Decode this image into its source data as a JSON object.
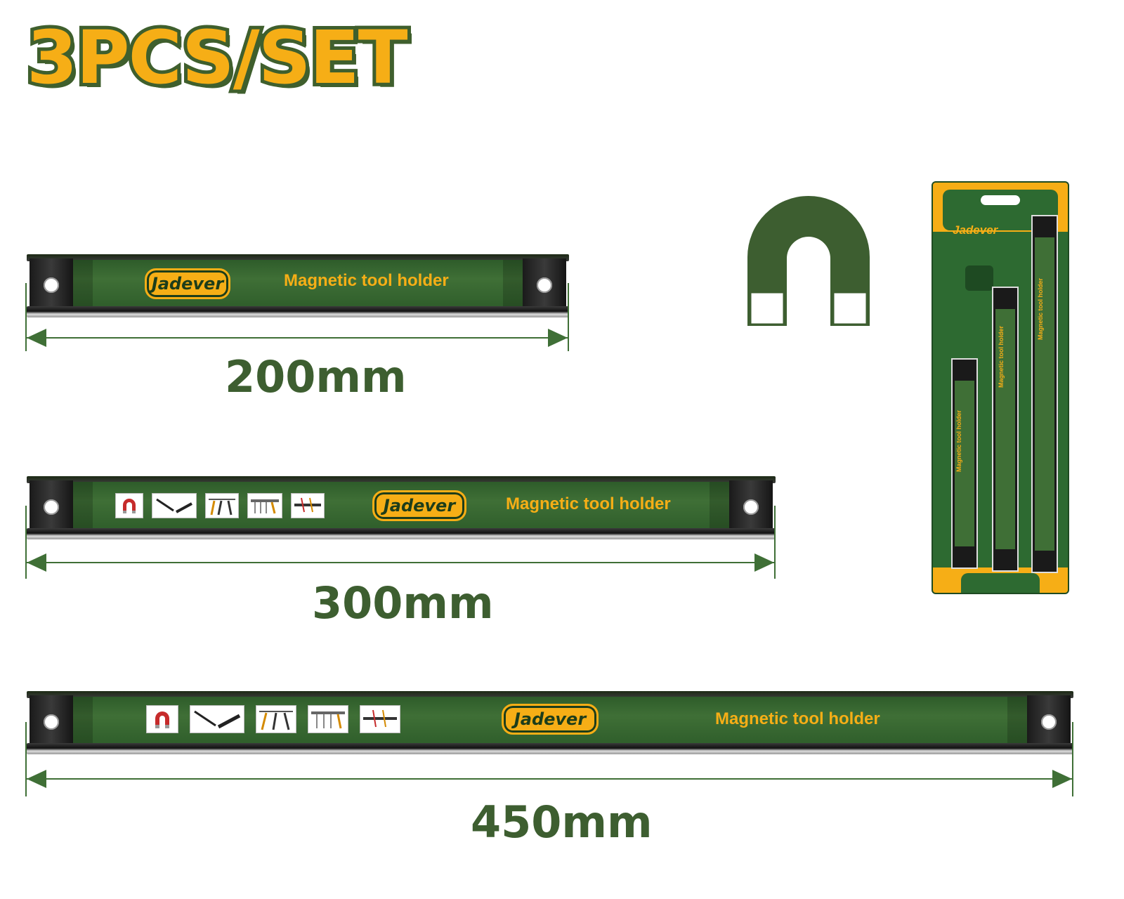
{
  "headline": "3PCS/SET",
  "brand": "Jadever",
  "product_label": "Magnetic tool holder",
  "bars": [
    {
      "length": "200mm"
    },
    {
      "length": "300mm"
    },
    {
      "length": "450mm"
    }
  ],
  "icons": [
    "magnet-icon",
    "screwdriver-icon",
    "pliers-icon",
    "wrench-rack-icon",
    "tool-rack-icon"
  ],
  "colors": {
    "brand_green": "#3f6f36",
    "brand_yellow": "#f6ae16",
    "dark_green": "#1d3d1a"
  }
}
